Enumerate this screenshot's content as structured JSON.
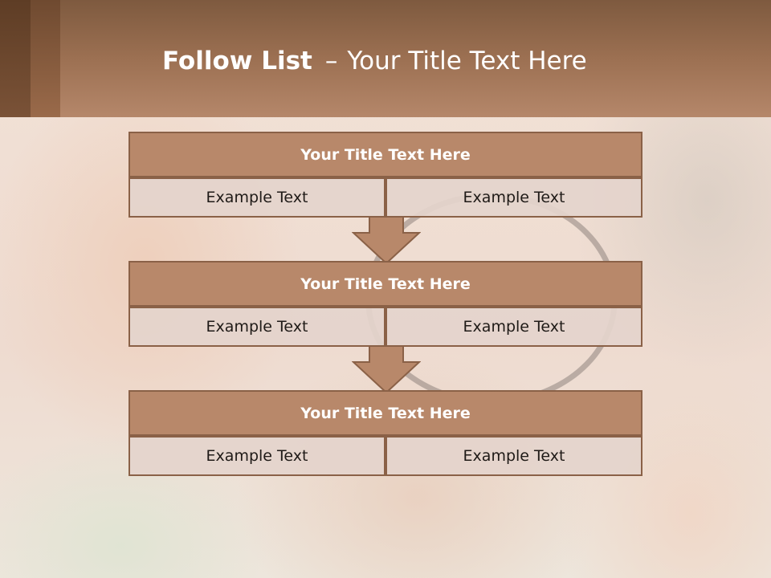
{
  "slide": {
    "title_bold": "Follow List",
    "title_separator": "–",
    "title_rest": "Your Title Text Here"
  },
  "blocks": [
    {
      "title": "Your Title Text Here",
      "left": "Example Text",
      "right": "Example Text"
    },
    {
      "title": "Your Title Text Here",
      "left": "Example Text",
      "right": "Example Text"
    },
    {
      "title": "Your Title Text Here",
      "left": "Example Text",
      "right": "Example Text"
    }
  ],
  "colors": {
    "header": "#9c7052",
    "block_title": "#b8886a",
    "block_border": "#8a6147",
    "cell": "#e4d4cc"
  },
  "icons": {
    "connector": "down-arrow-icon"
  }
}
